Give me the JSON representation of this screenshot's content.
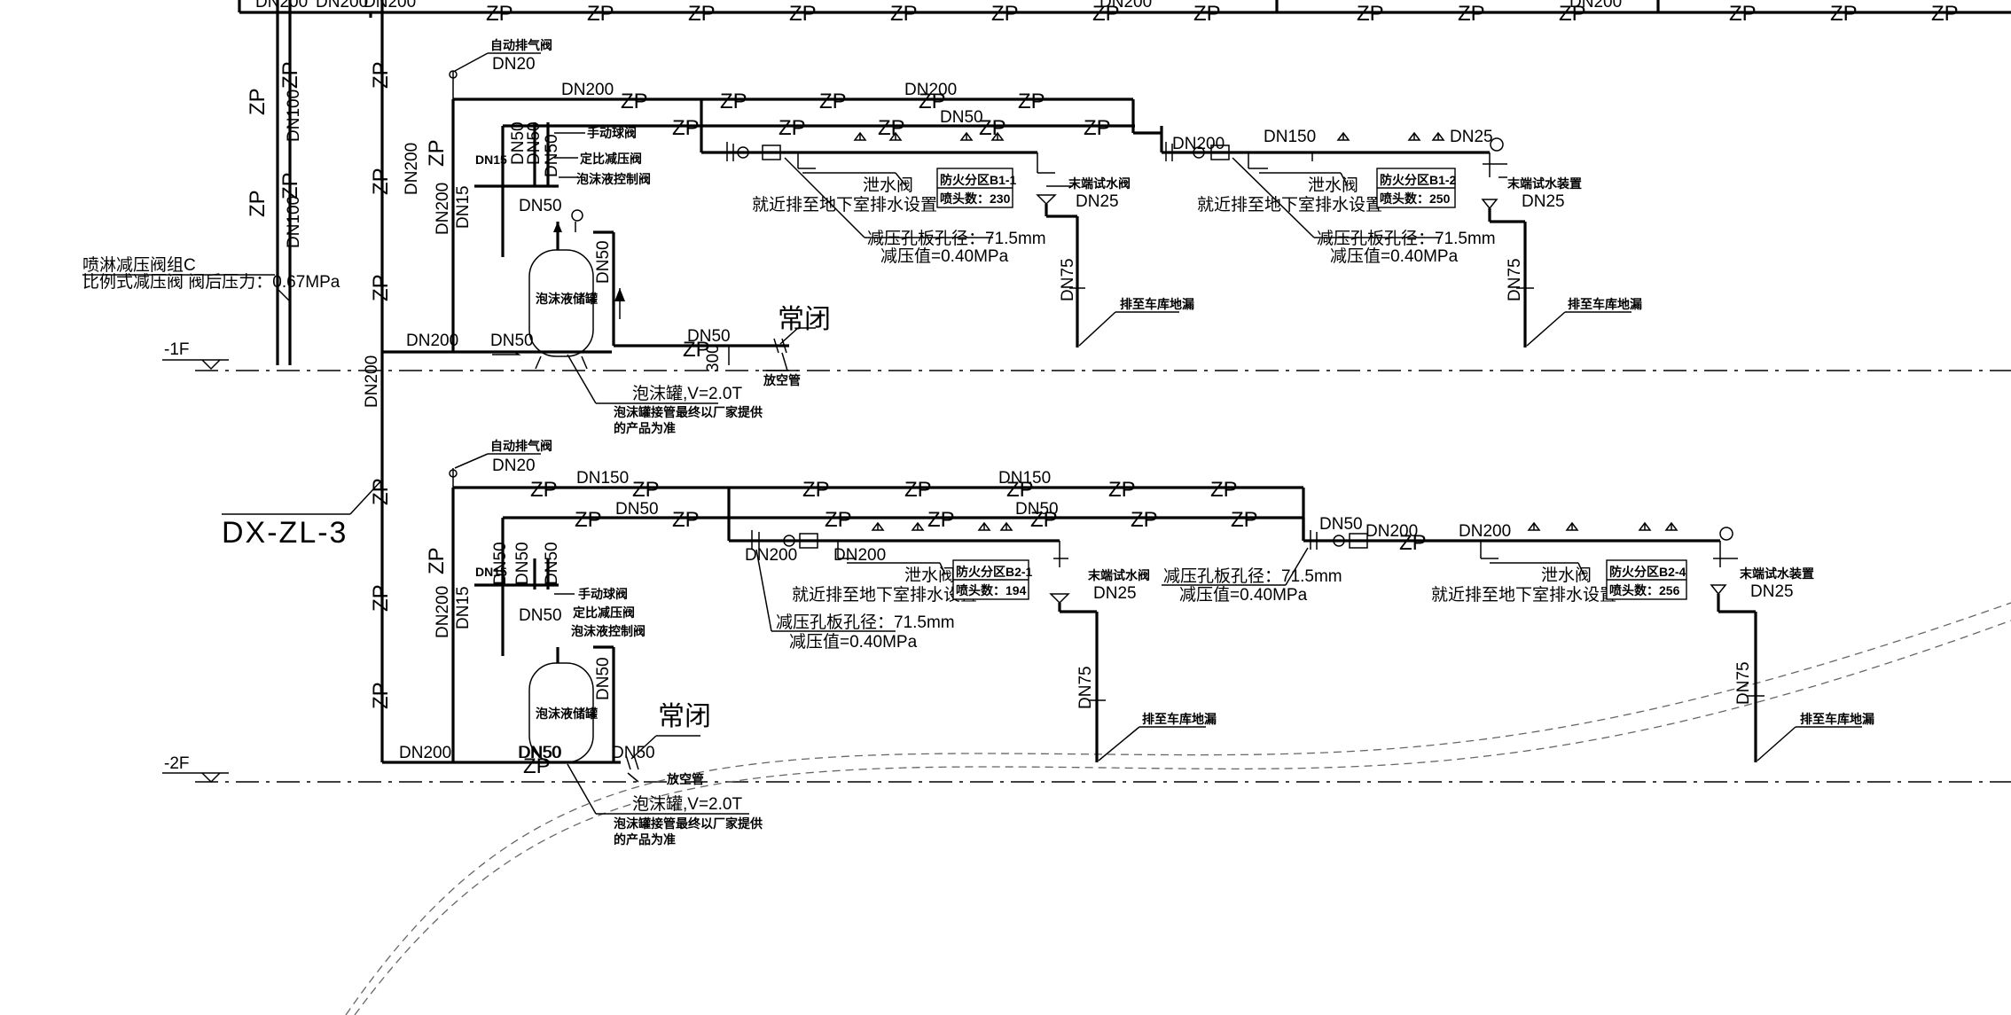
{
  "drawing": {
    "system_id": "DX-ZL-3",
    "zp": "ZP",
    "floors": {
      "f1": "-1F",
      "f2": "-2F"
    },
    "valves": {
      "group_title": "喷淋减压阀组C",
      "group_desc": "比例式减压阀  阀后压力：0.67MPa"
    },
    "labels": {
      "air_release": "自动排气阀",
      "manual_ball": "手动球阀",
      "ratio_valve": "定比减压阀",
      "foam_ctrl": "泡沫液控制阀",
      "tank": "泡沫液储罐",
      "tank_spec": "泡沫罐,V=2.0T",
      "tank_note1": "泡沫罐接管最终以厂家提供",
      "tank_note2": "的产品为准",
      "normally_closed": "常闭",
      "vent_pipe": "放空管",
      "drain_valve": "泄水阀",
      "drain_to_basement": "就近排至地下室排水设置",
      "orifice": "减压孔板孔径：71.5mm",
      "reduce_val": "减压值=0.40MPa",
      "end_test_valve": "末端试水阀",
      "end_test_device": "末端试水装置",
      "to_floor_drain": "排至车库地漏",
      "dim_300": "300"
    },
    "dn": {
      "d20": "DN20",
      "d200": "DN200",
      "d150": "DN150",
      "d100": "DN100",
      "d50": "DN50",
      "d25": "DN25",
      "d15": "DN15",
      "d75": "DN75",
      "d200_top": "DN200"
    },
    "zones": [
      {
        "name": "防火分区B1-1",
        "heads": "喷头数：230"
      },
      {
        "name": "防火分区B1-2",
        "heads": "喷头数：250"
      },
      {
        "name": "防火分区B2-1",
        "heads": "喷头数：194"
      },
      {
        "name": "防火分区B2-4",
        "heads": "喷头数：256"
      }
    ]
  }
}
